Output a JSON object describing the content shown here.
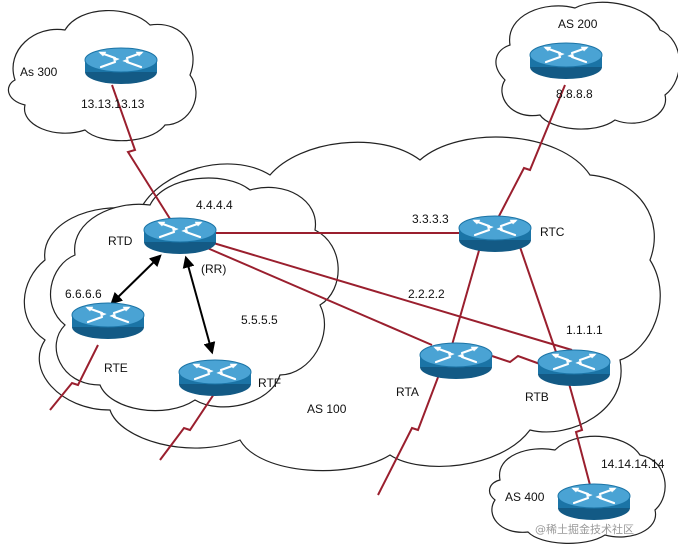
{
  "clouds": {
    "as100": "AS 100",
    "as200": "AS 200",
    "as300": "As 300",
    "as400": "AS 400"
  },
  "routers": {
    "rtd": {
      "name": "RTD",
      "ip": "4.4.4.4",
      "role": "(RR)"
    },
    "rte": {
      "name": "RTE",
      "ip": "6.6.6.6"
    },
    "rtf": {
      "name": "RTF",
      "ip": "5.5.5.5"
    },
    "rta": {
      "name": "RTA",
      "ip": "2.2.2.2"
    },
    "rtb": {
      "name": "RTB",
      "ip": "1.1.1.1"
    },
    "rtc": {
      "name": "RTC",
      "ip": "3.3.3.3"
    },
    "as300_router": {
      "ip": "13.13.13.13"
    },
    "as200_router": {
      "ip": "8.8.8.8"
    },
    "as400_router": {
      "ip": "14.14.14.14"
    }
  },
  "watermark": "@稀土掘金技术社区",
  "colors": {
    "link": "#9a1f2e",
    "router_body": "#1b74a6",
    "router_top": "#4aa3d4",
    "cloud_stroke": "#222222"
  }
}
